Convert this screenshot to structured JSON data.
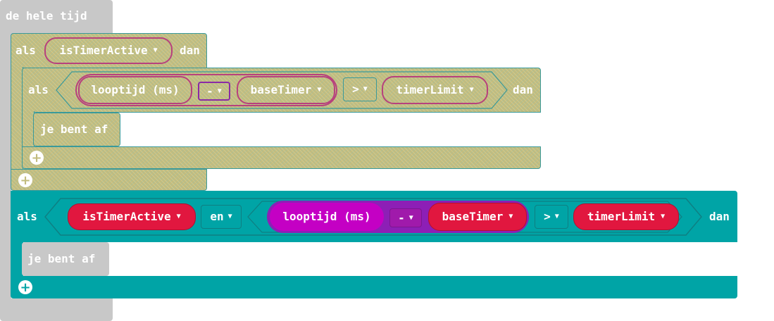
{
  "forever": {
    "label": "de hele tijd"
  },
  "outer_if": {
    "label_if": "als",
    "condition_var": "isTimerActive",
    "label_then": "dan",
    "inner_if": {
      "label_if": "als",
      "runtime": "looptijd (ms)",
      "minus": "-",
      "base": "baseTimer",
      "gt": ">",
      "limit": "timerLimit",
      "label_then": "dan",
      "body": "je bent af"
    }
  },
  "main_if": {
    "label_if": "als",
    "condition_var": "isTimerActive",
    "and_op": "en",
    "runtime": "looptijd (ms)",
    "minus": "-",
    "base": "baseTimer",
    "gt": ">",
    "limit": "timerLimit",
    "label_then": "dan",
    "body": "je bent af"
  },
  "colors": {
    "logic": "#00a4a6",
    "variable": "#e1173f",
    "math": "#c400c4",
    "disabled": "#c8c8c8"
  },
  "icons": {
    "caret": "▼",
    "add": "+"
  }
}
